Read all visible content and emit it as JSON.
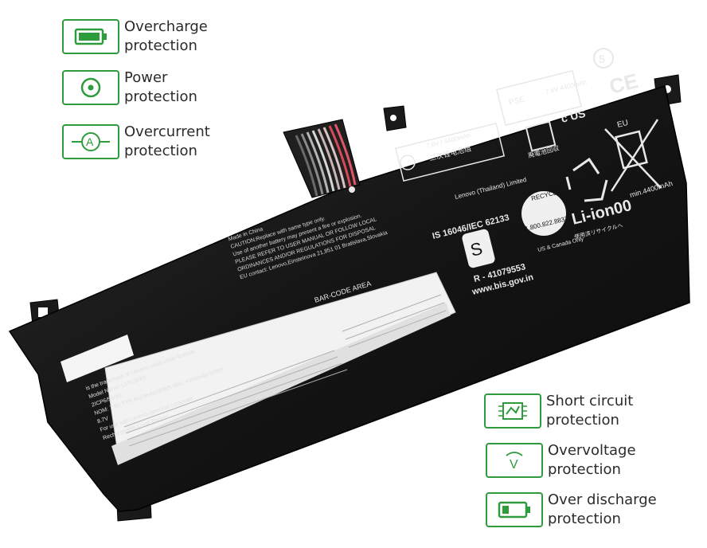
{
  "features_left": [
    {
      "line1": "Overcharge",
      "line2": "protection",
      "icon": "battery-full-icon"
    },
    {
      "line1": "Power",
      "line2": "protection",
      "icon": "power-circle-icon"
    },
    {
      "line1": "Overcurrent",
      "line2": "protection",
      "icon": "ampere-icon"
    }
  ],
  "features_right": [
    {
      "line1": "Short circuit",
      "line2": "protection",
      "icon": "circuit-board-icon"
    },
    {
      "line1": "Overvoltage",
      "line2": "protection",
      "icon": "voltage-icon"
    },
    {
      "line1": "Over discharge",
      "line2": "protection",
      "icon": "battery-low-icon"
    }
  ],
  "battery": {
    "spec_line": "7.6V / 4400mAh",
    "cell_type_cn": "二次锂电池组",
    "standard": "IS 16046/IEC 62133",
    "registration": "R - 41079553",
    "website": "www.bis.gov.in",
    "chemistry": "Li-ion00",
    "capacity_min": "min.4400mAh",
    "eu_mark": "EU",
    "barcode_area": "BAR-CODE AREA",
    "recycle_text": "RECYCLE",
    "recycle_phone": "1.800.822.8837",
    "recycle_caption": "使用済リサイクルへ",
    "ps_rating": "7.6V 4400mAh",
    "ce_mark": "CE",
    "jp_recycle": "廃電池回収",
    "model_name": "Model Name: L17L2PF0",
    "nom": "NOM: 7.6V TYP 4610mAh/35Wh  MIN: 4400mAh/34Wh",
    "limit_voltage": "8.7V",
    "for_use": "For use with Lenovo personal computer",
    "rechargeable": "Rechargeable Li-ion Battery",
    "trademark": "is the trademark of Lenovo,used under license.",
    "cells": "2ICP6/55/90",
    "origin": "Made in China",
    "caution": "CAUTION:Replace with same type only.",
    "caution2": "Use of another battery may present a fire or explosion.",
    "refer": "PLEASE REFER TO USER MANUAL OR FOLLOW LOCAL",
    "ordinances": "ORDINANCES AND/OR REGULATIONS FOR DISPOSAL",
    "eu_contact": "EU contact: Lenovo,Einsteinova 21,851 01 Bratislava,Slovakia",
    "maker": "Lenovo (Thailand) Limited",
    "us_canada": "US & Canada Only"
  }
}
